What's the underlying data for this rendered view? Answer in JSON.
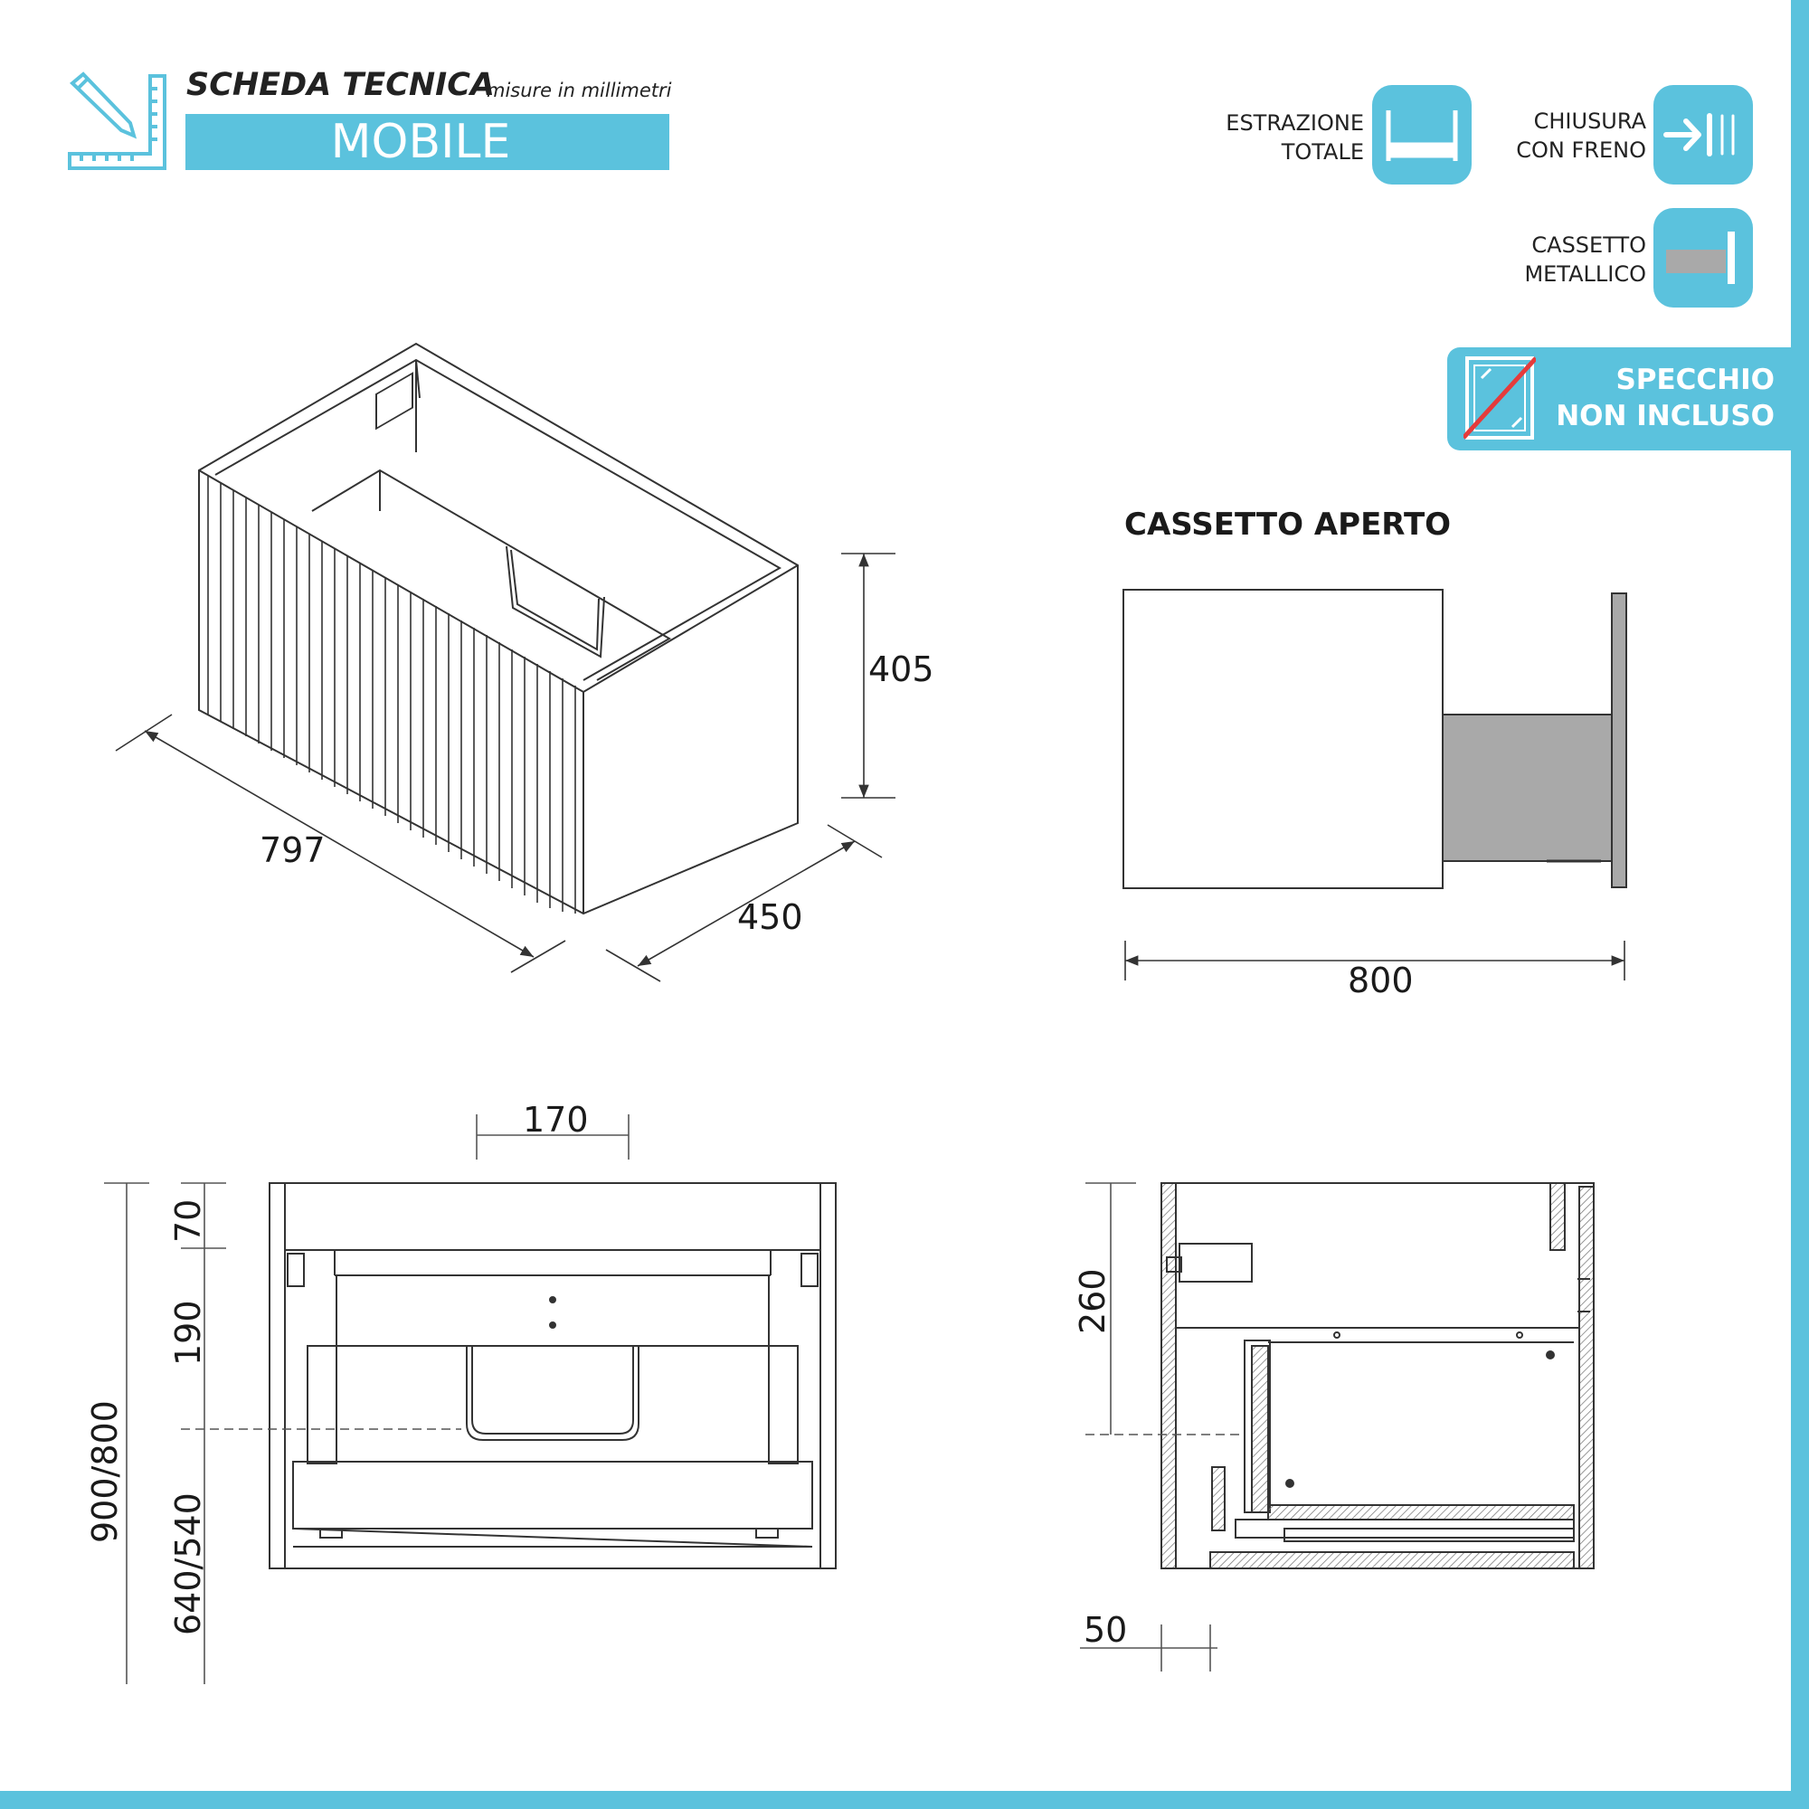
{
  "header": {
    "title": "SCHEDA TECNICA",
    "subtitle": "misure in millimetri",
    "banner": "MOBILE"
  },
  "features": [
    {
      "lines": [
        "ESTRAZIONE",
        "TOTALE"
      ],
      "icon": "full-extension-icon"
    },
    {
      "lines": [
        "CHIUSURA",
        "CON FRENO"
      ],
      "icon": "soft-close-icon"
    },
    {
      "lines": [
        "CASSETTO",
        "METALLICO"
      ],
      "icon": "metal-drawer-icon"
    }
  ],
  "mirror_notice": {
    "lines": [
      "SPECCHIO",
      "NON INCLUSO"
    ],
    "icon": "mirror-crossed-icon"
  },
  "open_drawer": {
    "title": "CASSETTO APERTO",
    "width": "800"
  },
  "iso_view": {
    "width": "797",
    "depth": "450",
    "height": "405"
  },
  "front_view": {
    "top_gap": "170",
    "top": "70",
    "mid": "190",
    "bottom": "640/540",
    "total": "900/800"
  },
  "side_view": {
    "height": "260",
    "offset": "50"
  },
  "colors": {
    "accent": "#5bc2dd",
    "line": "#333333",
    "drawer_fill": "#a9a9a9"
  }
}
